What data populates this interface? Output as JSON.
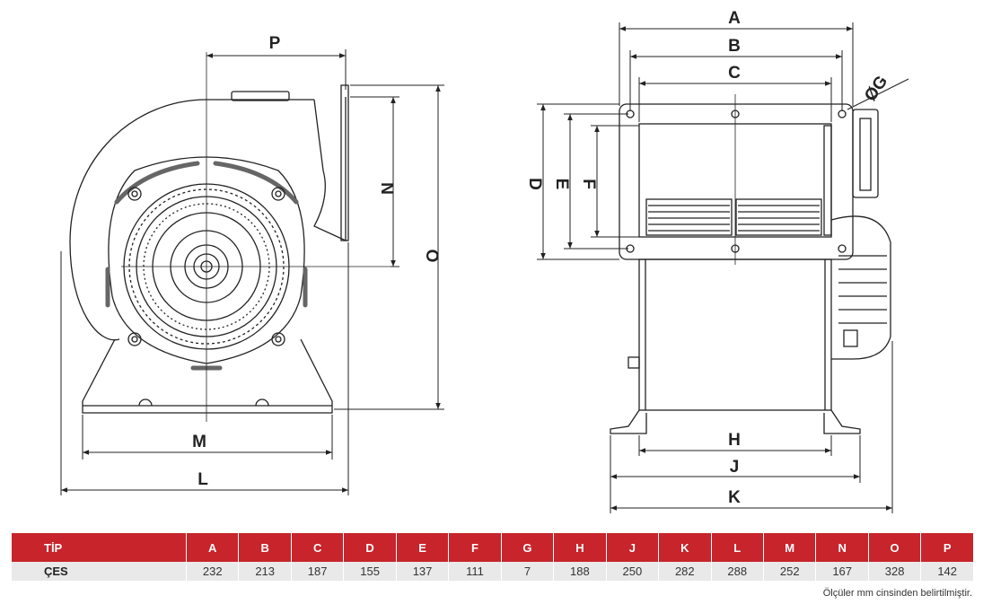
{
  "dimension_letters": {
    "A": "A",
    "B": "B",
    "C": "C",
    "D": "D",
    "E": "E",
    "F": "F",
    "G": "ØG",
    "H": "H",
    "J": "J",
    "K": "K",
    "L": "L",
    "M": "M",
    "N": "N",
    "O": "O",
    "P": "P"
  },
  "table": {
    "headers": [
      "TİP",
      "A",
      "B",
      "C",
      "D",
      "E",
      "F",
      "G",
      "H",
      "J",
      "K",
      "L",
      "M",
      "N",
      "O",
      "P"
    ],
    "rows": [
      [
        "ÇES",
        "232",
        "213",
        "187",
        "155",
        "137",
        "111",
        "7",
        "188",
        "250",
        "282",
        "288",
        "252",
        "167",
        "328",
        "142"
      ]
    ]
  },
  "note": "Ölçüler mm cinsinden belirtilmiştir.",
  "colors": {
    "header_bg": "#c8242b",
    "row_bg": "#e9e9e9"
  }
}
